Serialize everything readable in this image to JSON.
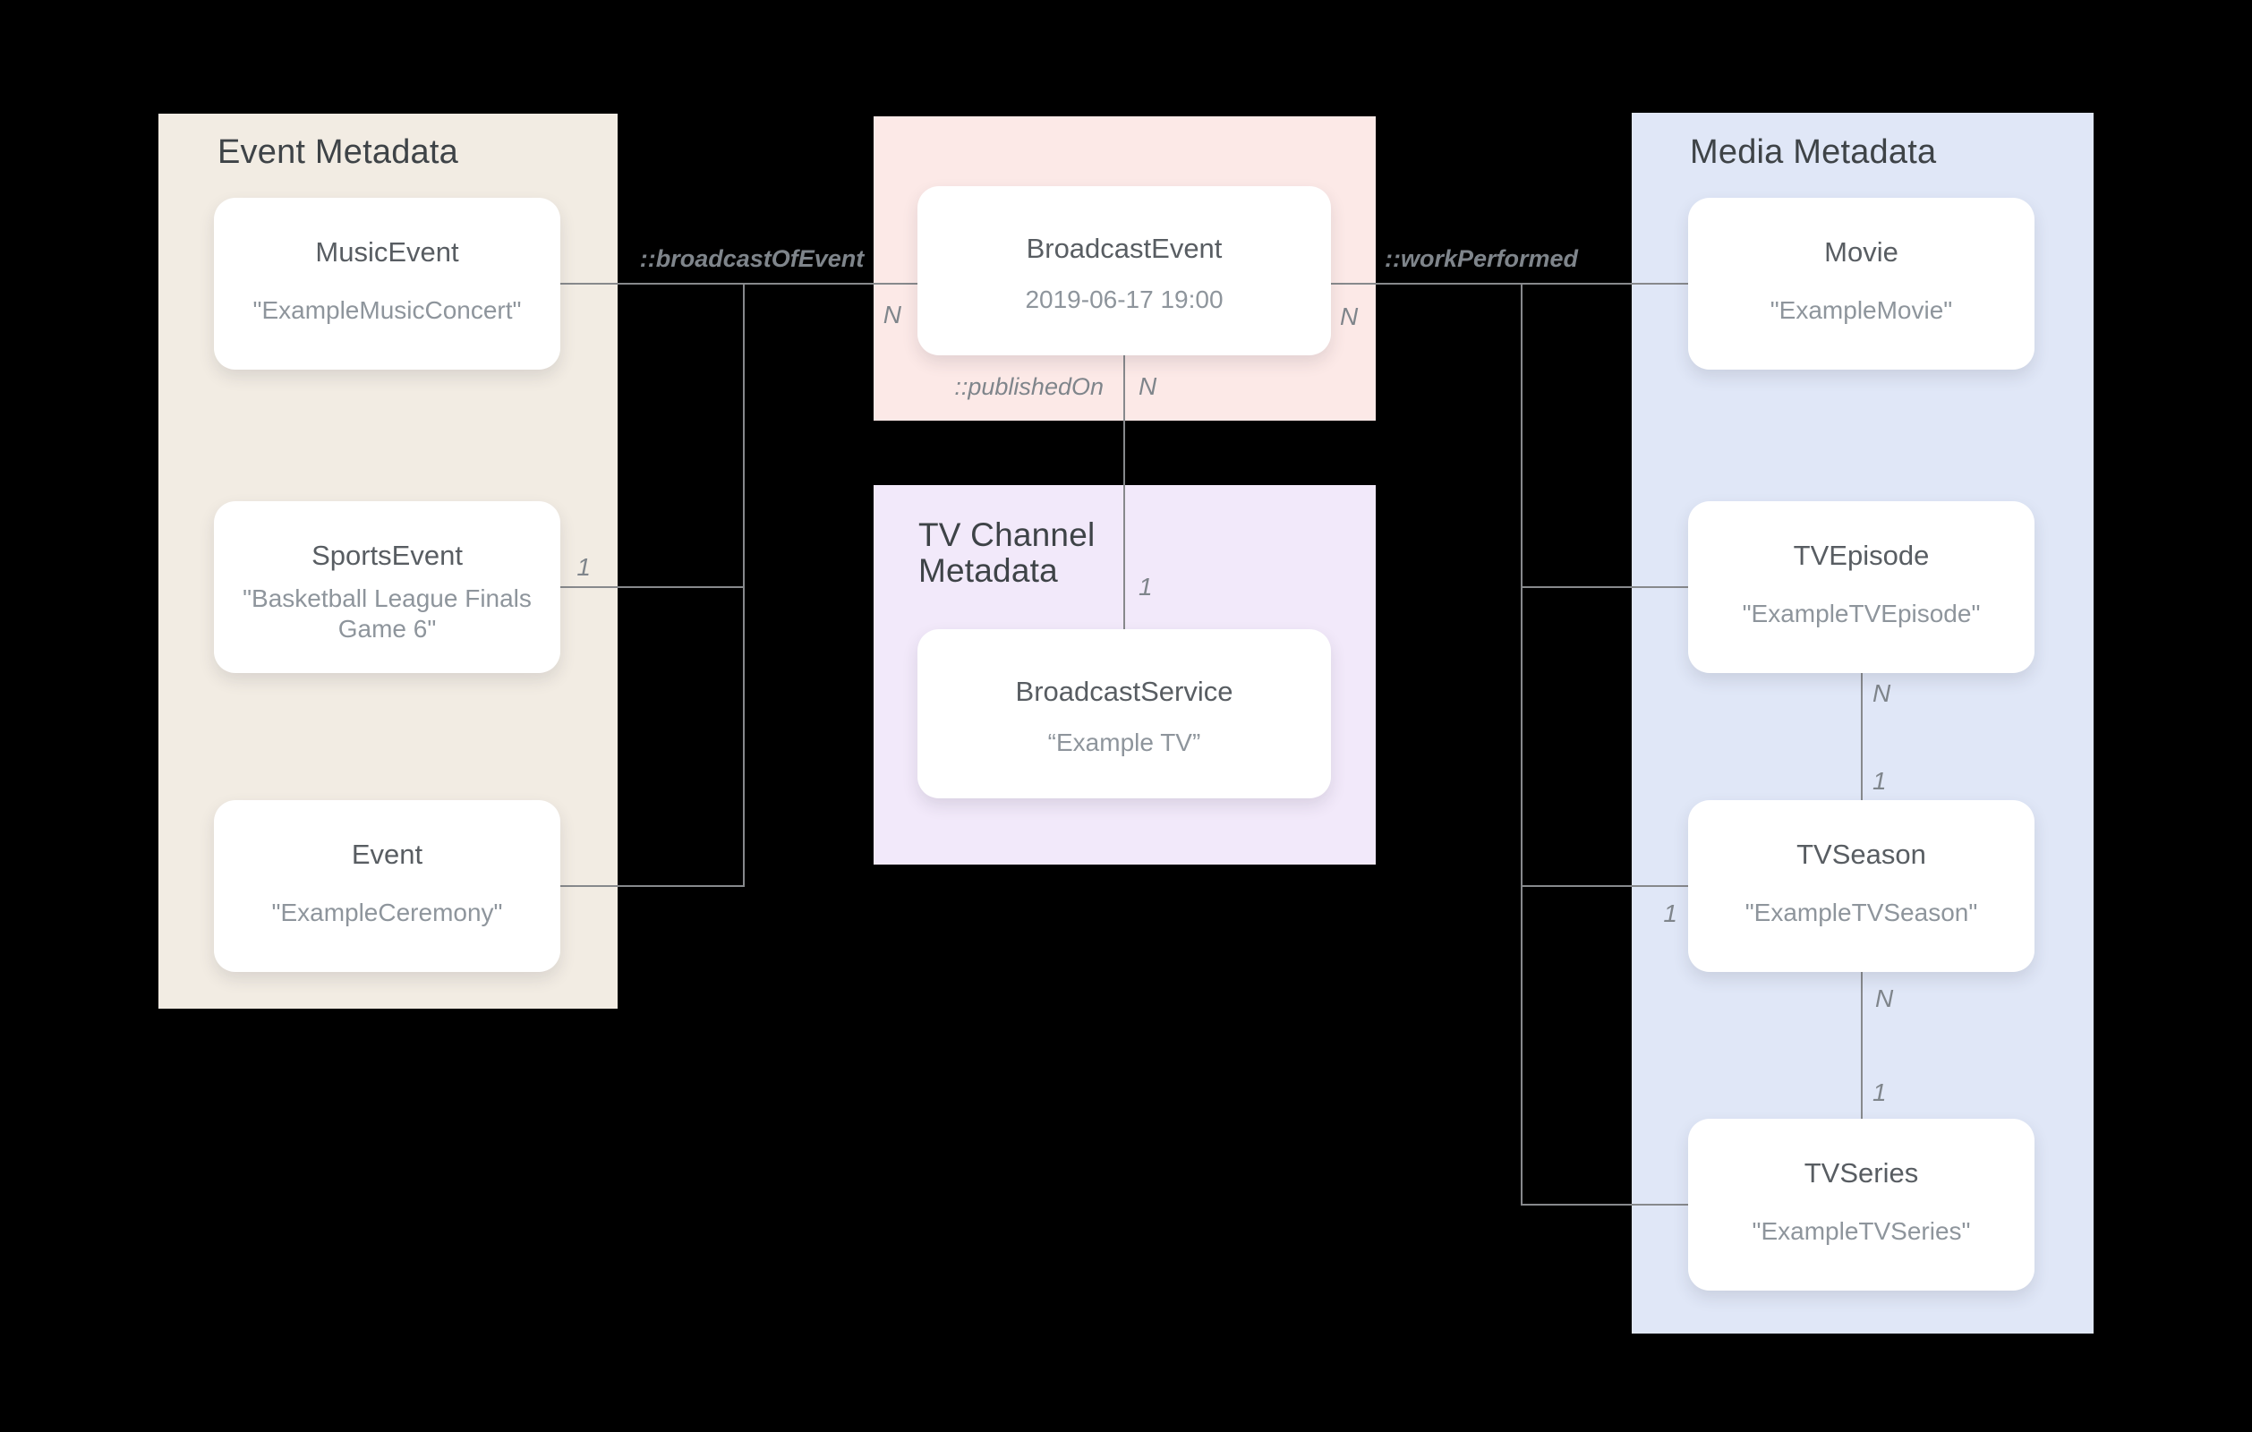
{
  "colors": {
    "background": "#000000",
    "panel_event_metadata": "#F2ECE3",
    "panel_broadcast_event": "#FCE9E7",
    "panel_tv_channel_metadata": "#F2E9FA",
    "panel_media_metadata": "#E0E7F7",
    "card_background": "#FFFFFF",
    "connector_line": "#87898C",
    "relationship_label": "#7F858B",
    "panel_title_text": "#3E4347",
    "card_title_text": "#585D62",
    "card_value_text": "#8E959C"
  },
  "panels": {
    "event": {
      "title": "Event Metadata"
    },
    "broadcast": {
      "title": ""
    },
    "tv_channel": {
      "title": "TV Channel Metadata"
    },
    "media": {
      "title": "Media Metadata"
    }
  },
  "nodes": {
    "music_event": {
      "title": "MusicEvent",
      "value": "\"ExampleMusicConcert\""
    },
    "sports_event": {
      "title": "SportsEvent",
      "value": "\"Basketball League Finals Game 6\""
    },
    "event": {
      "title": "Event",
      "value": "\"ExampleCeremony\""
    },
    "broadcast_event": {
      "title": "BroadcastEvent",
      "value": "2019-06-17 19:00"
    },
    "broadcast_service": {
      "title": "BroadcastService",
      "value": "“Example TV”"
    },
    "movie": {
      "title": "Movie",
      "value": "\"ExampleMovie\""
    },
    "tv_episode": {
      "title": "TVEpisode",
      "value": "\"ExampleTVEpisode\""
    },
    "tv_season": {
      "title": "TVSeason",
      "value": "\"ExampleTVSeason\""
    },
    "tv_series": {
      "title": "TVSeries",
      "value": "\"ExampleTVSeries\""
    }
  },
  "edges": {
    "broadcast_of_event": {
      "label": "::broadcastOfEvent"
    },
    "work_performed": {
      "label": "::workPerformed"
    },
    "published_on": {
      "label": "::publishedOn"
    }
  },
  "cardinalities": {
    "broadcast_event_left": "N",
    "broadcast_event_right": "N",
    "published_on_source": "N",
    "published_on_target": "1",
    "sports_event": "1",
    "tv_season_left": "1",
    "episode_season_n": "N",
    "episode_season_1": "1",
    "season_series_n": "N",
    "season_series_1": "1"
  }
}
